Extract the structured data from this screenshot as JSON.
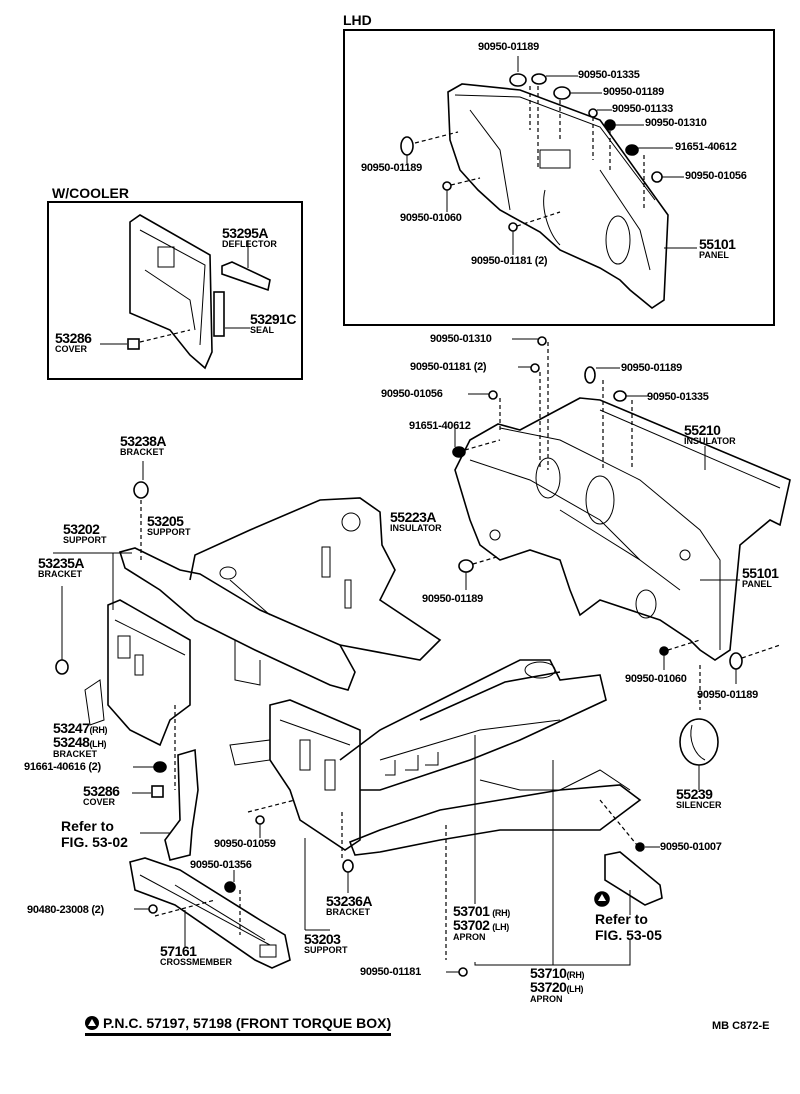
{
  "sections": {
    "lhd": "LHD",
    "w_cooler": "W/COOLER"
  },
  "lhd_labels": [
    {
      "pn": "90950-01189"
    },
    {
      "pn": "90950-01335"
    },
    {
      "pn": "90950-01189"
    },
    {
      "pn": "90950-01133"
    },
    {
      "pn": "90950-01310"
    },
    {
      "pn": "91651-40612"
    },
    {
      "pn": "90950-01189"
    },
    {
      "pn": "90950-01056"
    },
    {
      "pn": "90950-01060"
    },
    {
      "pn": "90950-01181",
      "suffix": "(2)"
    },
    {
      "pn": "55101",
      "name": "PANEL"
    }
  ],
  "cooler_labels": [
    {
      "pn": "53295A",
      "name": "DEFLECTOR"
    },
    {
      "pn": "53291C",
      "name": "SEAL"
    },
    {
      "pn": "53286",
      "name": "COVER"
    }
  ],
  "main_labels": {
    "p_90950_01310": "90950-01310",
    "p_90950_01181_2": "90950-01181",
    "p_90950_01181_2_sfx": "(2)",
    "p_90950_01056": "90950-01056",
    "p_91651_40612": "91651-40612",
    "p_90950_01189_a": "90950-01189",
    "p_90950_01335": "90950-01335",
    "p_55210": {
      "pn": "55210",
      "name": "INSULATOR"
    },
    "p_55223A": {
      "pn": "55223A",
      "name": "INSULATOR"
    },
    "p_90950_01189_b": "90950-01189",
    "p_55101": {
      "pn": "55101",
      "name": "PANEL"
    },
    "p_90950_01060": "90950-01060",
    "p_90950_01189_c": "90950-01189",
    "p_55239": {
      "pn": "55239",
      "name": "SILENCER"
    },
    "p_90950_01007": "90950-01007",
    "p_53238A": {
      "pn": "53238A",
      "name": "BRACKET"
    },
    "p_53202": {
      "pn": "53202",
      "name": "SUPPORT"
    },
    "p_53205": {
      "pn": "53205",
      "name": "SUPPORT"
    },
    "p_53235A": {
      "pn": "53235A",
      "name": "BRACKET"
    },
    "p_53247": {
      "pn": "53247",
      "sfx": "(RH)"
    },
    "p_53248": {
      "pn": "53248",
      "sfx": "(LH)",
      "name": "BRACKET"
    },
    "p_91661_40616": "91661-40616",
    "p_91661_40616_sfx": "(2)",
    "p_53286": {
      "pn": "53286",
      "name": "COVER"
    },
    "refer_53_02": {
      "line1": "Refer to",
      "line2": "FIG. 53-02"
    },
    "p_90950_01059": "90950-01059",
    "p_90950_01356": "90950-01356",
    "p_90480_23008": "90480-23008",
    "p_90480_23008_sfx": "(2)",
    "p_57161": {
      "pn": "57161",
      "name": "CROSSMEMBER"
    },
    "p_53236A": {
      "pn": "53236A",
      "name": "BRACKET"
    },
    "p_53203": {
      "pn": "53203",
      "name": "SUPPORT"
    },
    "p_53701": {
      "pn": "53701",
      "sfx": "(RH)"
    },
    "p_53702": {
      "pn": "53702",
      "sfx": "(LH)",
      "name": "APRON"
    },
    "refer_53_05": {
      "line1": "Refer to",
      "line2": "FIG. 53-05"
    },
    "p_90950_01181": "90950-01181",
    "p_53710": {
      "pn": "53710",
      "sfx": "(RH)"
    },
    "p_53720": {
      "pn": "53720",
      "sfx": "(LH)",
      "name": "APRON"
    }
  },
  "footer": {
    "note": "P.N.C. 57197, 57198 (FRONT  TORQUE  BOX)",
    "note_icon": "triangle-in-circle-icon",
    "drawing_code": "MB  C872-E"
  }
}
